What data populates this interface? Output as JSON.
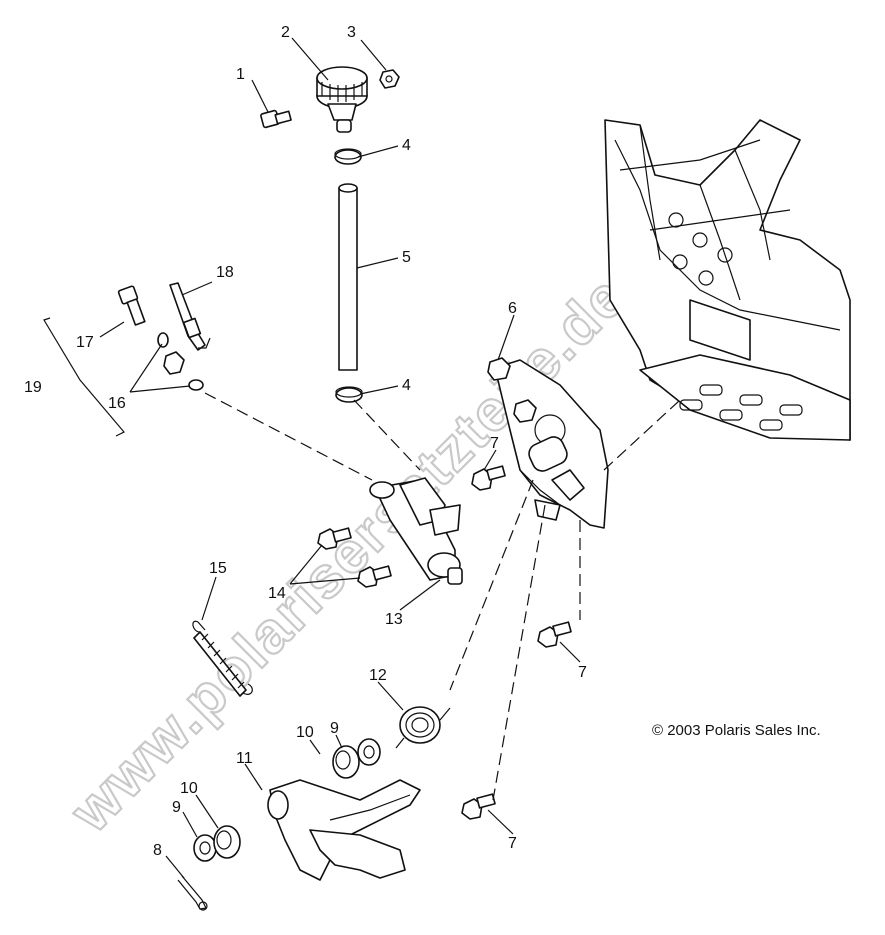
{
  "callouts": {
    "c1": "1",
    "c2": "2",
    "c3": "3",
    "c4a": "4",
    "c4b": "4",
    "c5": "5",
    "c6": "6",
    "c7a": "7",
    "c7b": "7",
    "c7c": "7",
    "c8": "8",
    "c9a": "9",
    "c9b": "9",
    "c10a": "10",
    "c10b": "10",
    "c11": "11",
    "c12": "12",
    "c13": "13",
    "c14": "14",
    "c15": "15",
    "c16": "16",
    "c17": "17",
    "c18": "18",
    "c19": "19"
  },
  "copyright": "© 2003 Polaris Sales Inc.",
  "watermark": "www.polarisersatzteile.de",
  "colors": {
    "line": "#111111",
    "watermark": "#c9c9c9",
    "background": "#ffffff"
  }
}
